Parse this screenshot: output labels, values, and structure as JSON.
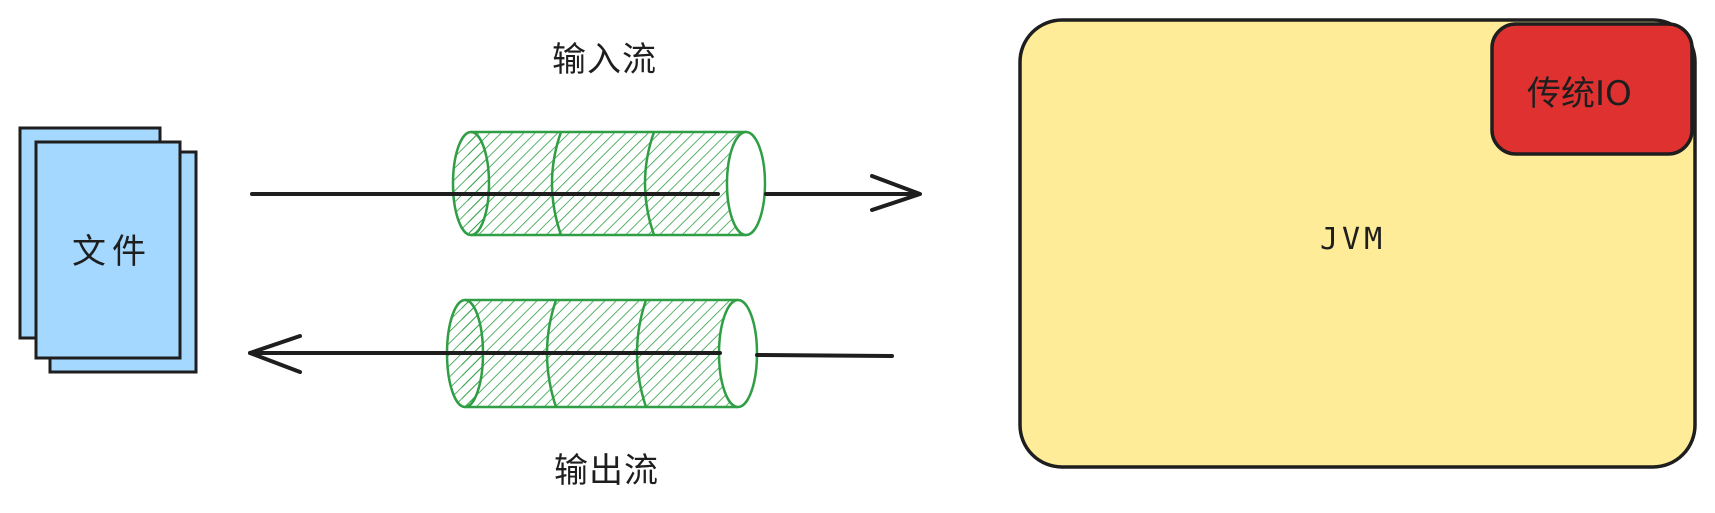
{
  "labels": {
    "input_stream": "输入流",
    "output_stream": "输出流",
    "file": "文件",
    "jvm": "JVM",
    "traditional_io": "传统IO"
  },
  "colors": {
    "file_fill": "#a5d8ff",
    "pipe_stroke": "#2f9e44",
    "jvm_fill": "#ffec99",
    "io_fill": "#e03131",
    "stroke": "#1e1e1e"
  },
  "icons": {
    "file": "stacked-documents-icon",
    "pipe": "cylinder-pipe-icon",
    "arrow": "arrow-icon"
  }
}
